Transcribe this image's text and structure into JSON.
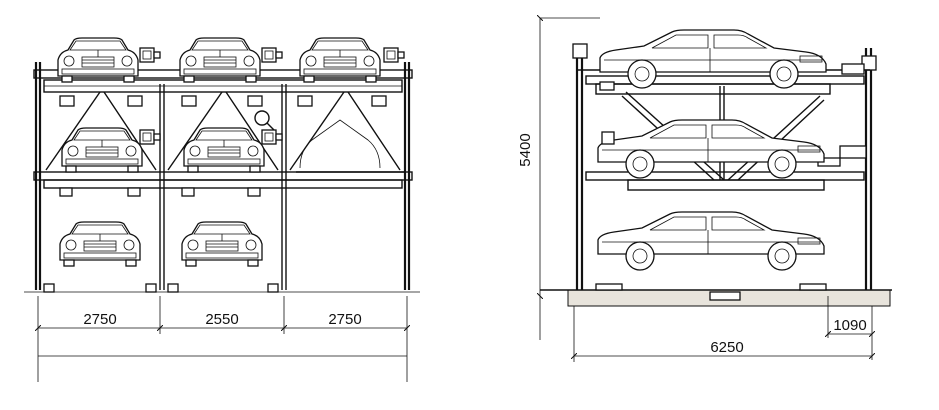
{
  "dimensions": {
    "bay_left": "2750",
    "bay_middle": "2550",
    "bay_right": "2750",
    "height": "5400",
    "length": "6250",
    "offset": "1090"
  },
  "icons": {
    "magnifier": "magnifier-icon"
  },
  "colors": {
    "line": "#111111",
    "background": "#ffffff",
    "ground": "#e8e4dc"
  }
}
